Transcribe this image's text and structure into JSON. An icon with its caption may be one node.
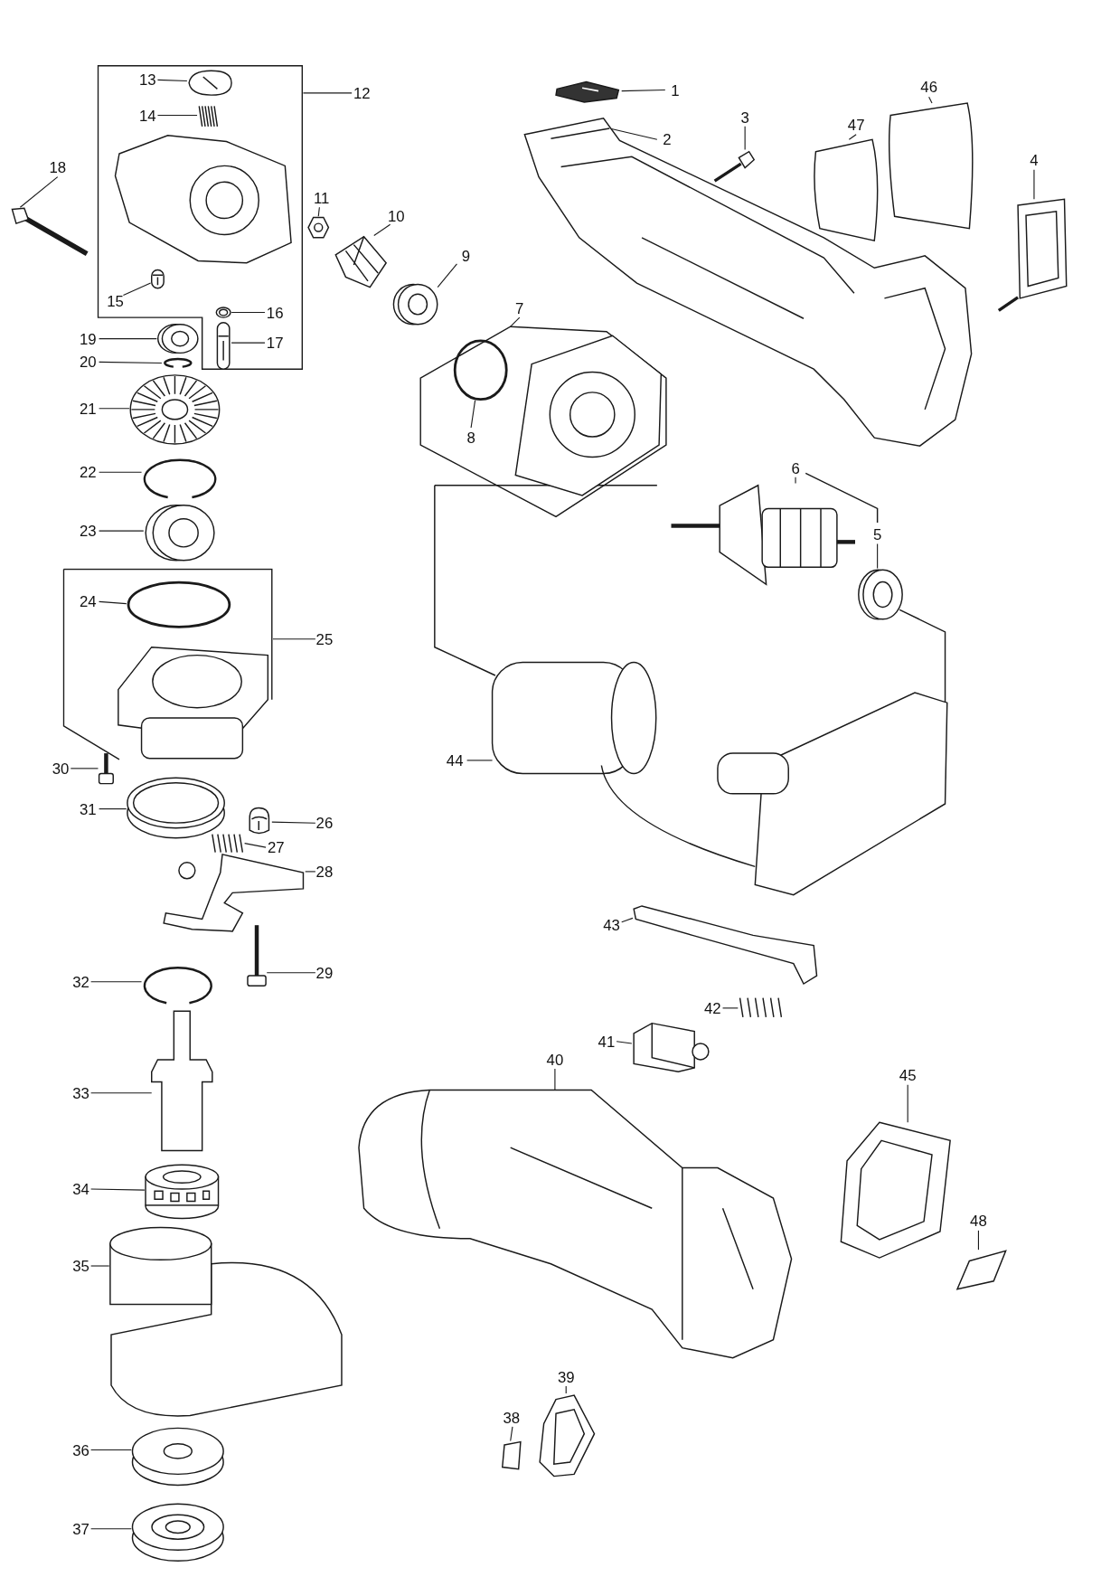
{
  "diagram": {
    "nodes": [
      {
        "text": [
          "1"
        ]
      },
      {
        "text": [],
        "shape": "picture"
      },
      {
        "text": [
          "2"
        ]
      },
      {
        "text": [],
        "shape": "picture"
      },
      {
        "text": [
          "3"
        ]
      },
      {
        "text": [],
        "shape": "picture"
      },
      {
        "text": [
          "4"
        ]
      },
      {
        "text": [],
        "shape": "picture"
      },
      {
        "text": [
          "5"
        ]
      },
      {
        "text": [],
        "shape": "picture"
      },
      {
        "text": [
          "6"
        ]
      },
      {
        "text": [],
        "shape": "picture"
      },
      {
        "text": [
          "7"
        ]
      },
      {
        "text": [],
        "shape": "box"
      },
      {
        "text": [
          "8"
        ],
        "in": 13
      },
      {
        "text": [],
        "shape": "circle",
        "in": 13
      },
      {
        "text": [
          "9"
        ]
      },
      {
        "text": [],
        "shape": "picture"
      },
      {
        "text": [
          "10"
        ]
      },
      {
        "text": [],
        "shape": "picture"
      },
      {
        "text": [
          "11"
        ]
      },
      {
        "text": [],
        "shape": "picture"
      },
      {
        "text": [
          "12"
        ]
      },
      {
        "text": [],
        "shape": "box"
      },
      {
        "text": [
          "13"
        ],
        "in": 23
      },
      {
        "text": [],
        "shape": "picture",
        "in": 23
      },
      {
        "text": [
          "14"
        ],
        "in": 23
      },
      {
        "text": [],
        "shape": "picture",
        "in": 23
      },
      {
        "text": [
          "15"
        ],
        "in": 23
      },
      {
        "text": [],
        "shape": "picture",
        "in": 23
      },
      {
        "text": [
          "16"
        ],
        "in": 23
      },
      {
        "text": [],
        "shape": "picture",
        "in": 23
      },
      {
        "text": [
          "17"
        ],
        "in": 23
      },
      {
        "text": [],
        "shape": "picture",
        "in": 23
      },
      {
        "text": [
          "18"
        ]
      },
      {
        "text": [],
        "shape": "picture"
      },
      {
        "text": [
          "19"
        ]
      },
      {
        "text": [],
        "shape": "picture"
      },
      {
        "text": [
          "20"
        ]
      },
      {
        "text": [],
        "shape": "picture"
      },
      {
        "text": [
          "21"
        ]
      },
      {
        "text": [],
        "shape": "picture"
      },
      {
        "text": [
          "22"
        ]
      },
      {
        "text": [],
        "shape": "picture"
      },
      {
        "text": [
          "23"
        ]
      },
      {
        "text": [],
        "shape": "picture"
      },
      {
        "text": [
          "25"
        ]
      },
      {
        "text": [],
        "shape": "box"
      },
      {
        "text": [
          "24"
        ],
        "in": 47
      },
      {
        "text": [],
        "shape": "circle",
        "in": 47
      },
      {
        "text": [
          "26"
        ]
      },
      {
        "text": [],
        "shape": "picture"
      },
      {
        "text": [
          "27"
        ]
      },
      {
        "text": [],
        "shape": "picture"
      },
      {
        "text": [
          "28"
        ]
      },
      {
        "text": [],
        "shape": "picture"
      },
      {
        "text": [
          "29"
        ]
      },
      {
        "text": [],
        "shape": "picture"
      },
      {
        "text": [
          "30"
        ]
      },
      {
        "text": [],
        "shape": "picture"
      },
      {
        "text": [
          "31"
        ]
      },
      {
        "text": [],
        "shape": "picture"
      },
      {
        "text": [
          "32"
        ]
      },
      {
        "text": [],
        "shape": "picture"
      },
      {
        "text": [
          "33"
        ]
      },
      {
        "text": [],
        "shape": "picture"
      },
      {
        "text": [
          "34"
        ]
      },
      {
        "text": [],
        "shape": "picture"
      },
      {
        "text": [
          "35"
        ]
      },
      {
        "text": [],
        "shape": "picture"
      },
      {
        "text": [
          "36"
        ]
      },
      {
        "text": [],
        "shape": "picture"
      },
      {
        "text": [
          "37"
        ]
      },
      {
        "text": [],
        "shape": "picture"
      },
      {
        "text": [
          "38"
        ]
      },
      {
        "text": [],
        "shape": "box"
      },
      {
        "text": [
          "39"
        ]
      },
      {
        "text": [],
        "shape": "picture"
      },
      {
        "text": [
          "40"
        ]
      },
      {
        "text": [],
        "shape": "picture"
      },
      {
        "text": [
          "41"
        ]
      },
      {
        "text": [],
        "shape": "picture"
      },
      {
        "text": [
          "42"
        ]
      },
      {
        "text": [],
        "shape": "picture"
      },
      {
        "text": [
          "43"
        ]
      },
      {
        "text": [],
        "shape": "picture"
      },
      {
        "text": [
          "44"
        ]
      },
      {
        "text": [],
        "shape": "picture"
      },
      {
        "text": [
          "45"
        ]
      },
      {
        "text": [],
        "shape": "picture"
      },
      {
        "text": [
          "46"
        ]
      },
      {
        "text": [],
        "shape": "box"
      },
      {
        "text": [
          "47"
        ]
      },
      {
        "text": [],
        "shape": "box"
      },
      {
        "text": [
          "48"
        ]
      },
      {
        "text": [],
        "shape": "picture"
      }
    ],
    "edges": [
      {
        "from": 0,
        "to": 1,
        "arrow": "none"
      },
      {
        "from": 2,
        "to": 3,
        "arrow": "none"
      },
      {
        "from": 4,
        "to": 5,
        "arrow": "none"
      },
      {
        "from": 6,
        "to": 7,
        "arrow": "none"
      },
      {
        "from": 8,
        "to": 9,
        "arrow": "none"
      },
      {
        "from": 10,
        "to": 11,
        "arrow": "none"
      },
      {
        "from": 12,
        "to": 13,
        "arrow": "none"
      },
      {
        "from": 14,
        "to": 15,
        "arrow": "none"
      },
      {
        "from": 16,
        "to": 17,
        "arrow": "none"
      },
      {
        "from": 18,
        "to": 19,
        "arrow": "none"
      },
      {
        "from": 20,
        "to": 21,
        "arrow": "none"
      },
      {
        "from": 22,
        "to": 23,
        "arrow": "none"
      },
      {
        "from": 24,
        "to": 25,
        "arrow": "none"
      },
      {
        "from": 26,
        "to": 27,
        "arrow": "none"
      },
      {
        "from": 28,
        "to": 29,
        "arrow": "none"
      },
      {
        "from": 30,
        "to": 31,
        "arrow": "none"
      },
      {
        "from": 32,
        "to": 33,
        "arrow": "none"
      },
      {
        "from": 34,
        "to": 35,
        "arrow": "none"
      },
      {
        "from": 36,
        "to": 37,
        "arrow": "none"
      },
      {
        "from": 38,
        "to": 39,
        "arrow": "none"
      },
      {
        "from": 40,
        "to": 41,
        "arrow": "none"
      },
      {
        "from": 42,
        "to": 43,
        "arrow": "none"
      },
      {
        "from": 44,
        "to": 45,
        "arrow": "none"
      },
      {
        "from": 46,
        "to": 47,
        "arrow": "none"
      },
      {
        "from": 48,
        "to": 49,
        "arrow": "none"
      },
      {
        "from": 50,
        "to": 51,
        "arrow": "none"
      },
      {
        "from": 52,
        "to": 53,
        "arrow": "none"
      },
      {
        "from": 54,
        "to": 55,
        "arrow": "none"
      },
      {
        "from": 56,
        "to": 57,
        "arrow": "none"
      },
      {
        "from": 58,
        "to": 59,
        "arrow": "none"
      },
      {
        "from": 60,
        "to": 61,
        "arrow": "none"
      },
      {
        "from": 62,
        "to": 63,
        "arrow": "none"
      },
      {
        "from": 64,
        "to": 65,
        "arrow": "none"
      },
      {
        "from": 66,
        "to": 67,
        "arrow": "none"
      },
      {
        "from": 68,
        "to": 69,
        "arrow": "none"
      },
      {
        "from": 70,
        "to": 71,
        "arrow": "none"
      },
      {
        "from": 72,
        "to": 73,
        "arrow": "none"
      },
      {
        "from": 74,
        "to": 75,
        "arrow": "none"
      },
      {
        "from": 76,
        "to": 77,
        "arrow": "none"
      },
      {
        "from": 78,
        "to": 79,
        "arrow": "none"
      },
      {
        "from": 80,
        "to": 81,
        "arrow": "none"
      },
      {
        "from": 82,
        "to": 83,
        "arrow": "none"
      },
      {
        "from": 84,
        "to": 85,
        "arrow": "none"
      },
      {
        "from": 86,
        "to": 87,
        "arrow": "none"
      },
      {
        "from": 88,
        "to": 89,
        "arrow": "none"
      },
      {
        "from": 90,
        "to": 91,
        "arrow": "none"
      },
      {
        "from": 92,
        "to": 93,
        "arrow": "none"
      },
      {
        "from": 94,
        "to": 95,
        "arrow": "none"
      }
    ]
  }
}
